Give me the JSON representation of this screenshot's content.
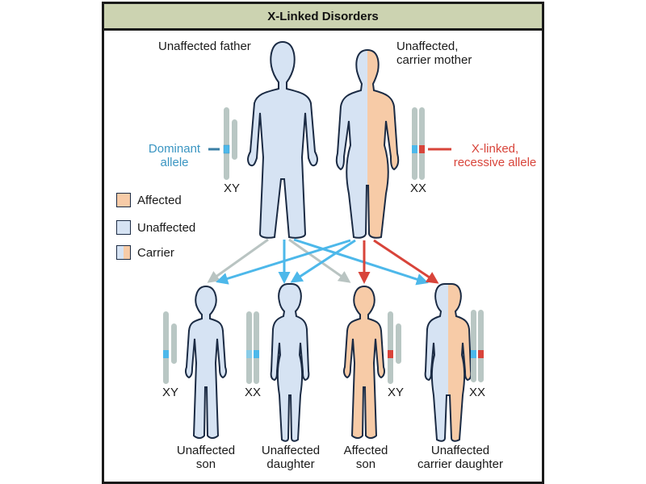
{
  "title": "X-Linked Disorders",
  "colors": {
    "unaffected": "#d6e3f3",
    "affected": "#f7cba7",
    "outline": "#1b2b44",
    "chromosome": "#b9c7c4",
    "dominant_allele": "#4db8ea",
    "recessive_allele": "#d8443a",
    "title_bar": "#ccd3b1",
    "arrow_gray": "#b9c4c2",
    "arrow_blue": "#4db8ea",
    "arrow_red": "#d8443a"
  },
  "parents": {
    "father": {
      "label": "Unaffected father",
      "genotype": "XY",
      "status": "unaffected"
    },
    "mother": {
      "label_line1": "Unaffected,",
      "label_line2": "carrier mother",
      "genotype": "XX",
      "status": "carrier"
    }
  },
  "annotations": {
    "dominant_line1": "Dominant",
    "dominant_line2": "allele",
    "recessive_line1": "X-linked,",
    "recessive_line2": "recessive allele"
  },
  "legend": [
    {
      "label": "Affected",
      "kind": "affected"
    },
    {
      "label": "Unaffected",
      "kind": "unaffected"
    },
    {
      "label": "Carrier",
      "kind": "carrier"
    }
  ],
  "children": [
    {
      "line1": "Unaffected",
      "line2": "son",
      "genotype": "XY",
      "status": "unaffected"
    },
    {
      "line1": "Unaffected",
      "line2": "daughter",
      "genotype": "XX",
      "status": "unaffected"
    },
    {
      "line1": "Affected",
      "line2": "son",
      "genotype": "XY",
      "status": "affected"
    },
    {
      "line1": "Unaffected",
      "line2": "carrier daughter",
      "genotype": "XX",
      "status": "carrier"
    }
  ]
}
